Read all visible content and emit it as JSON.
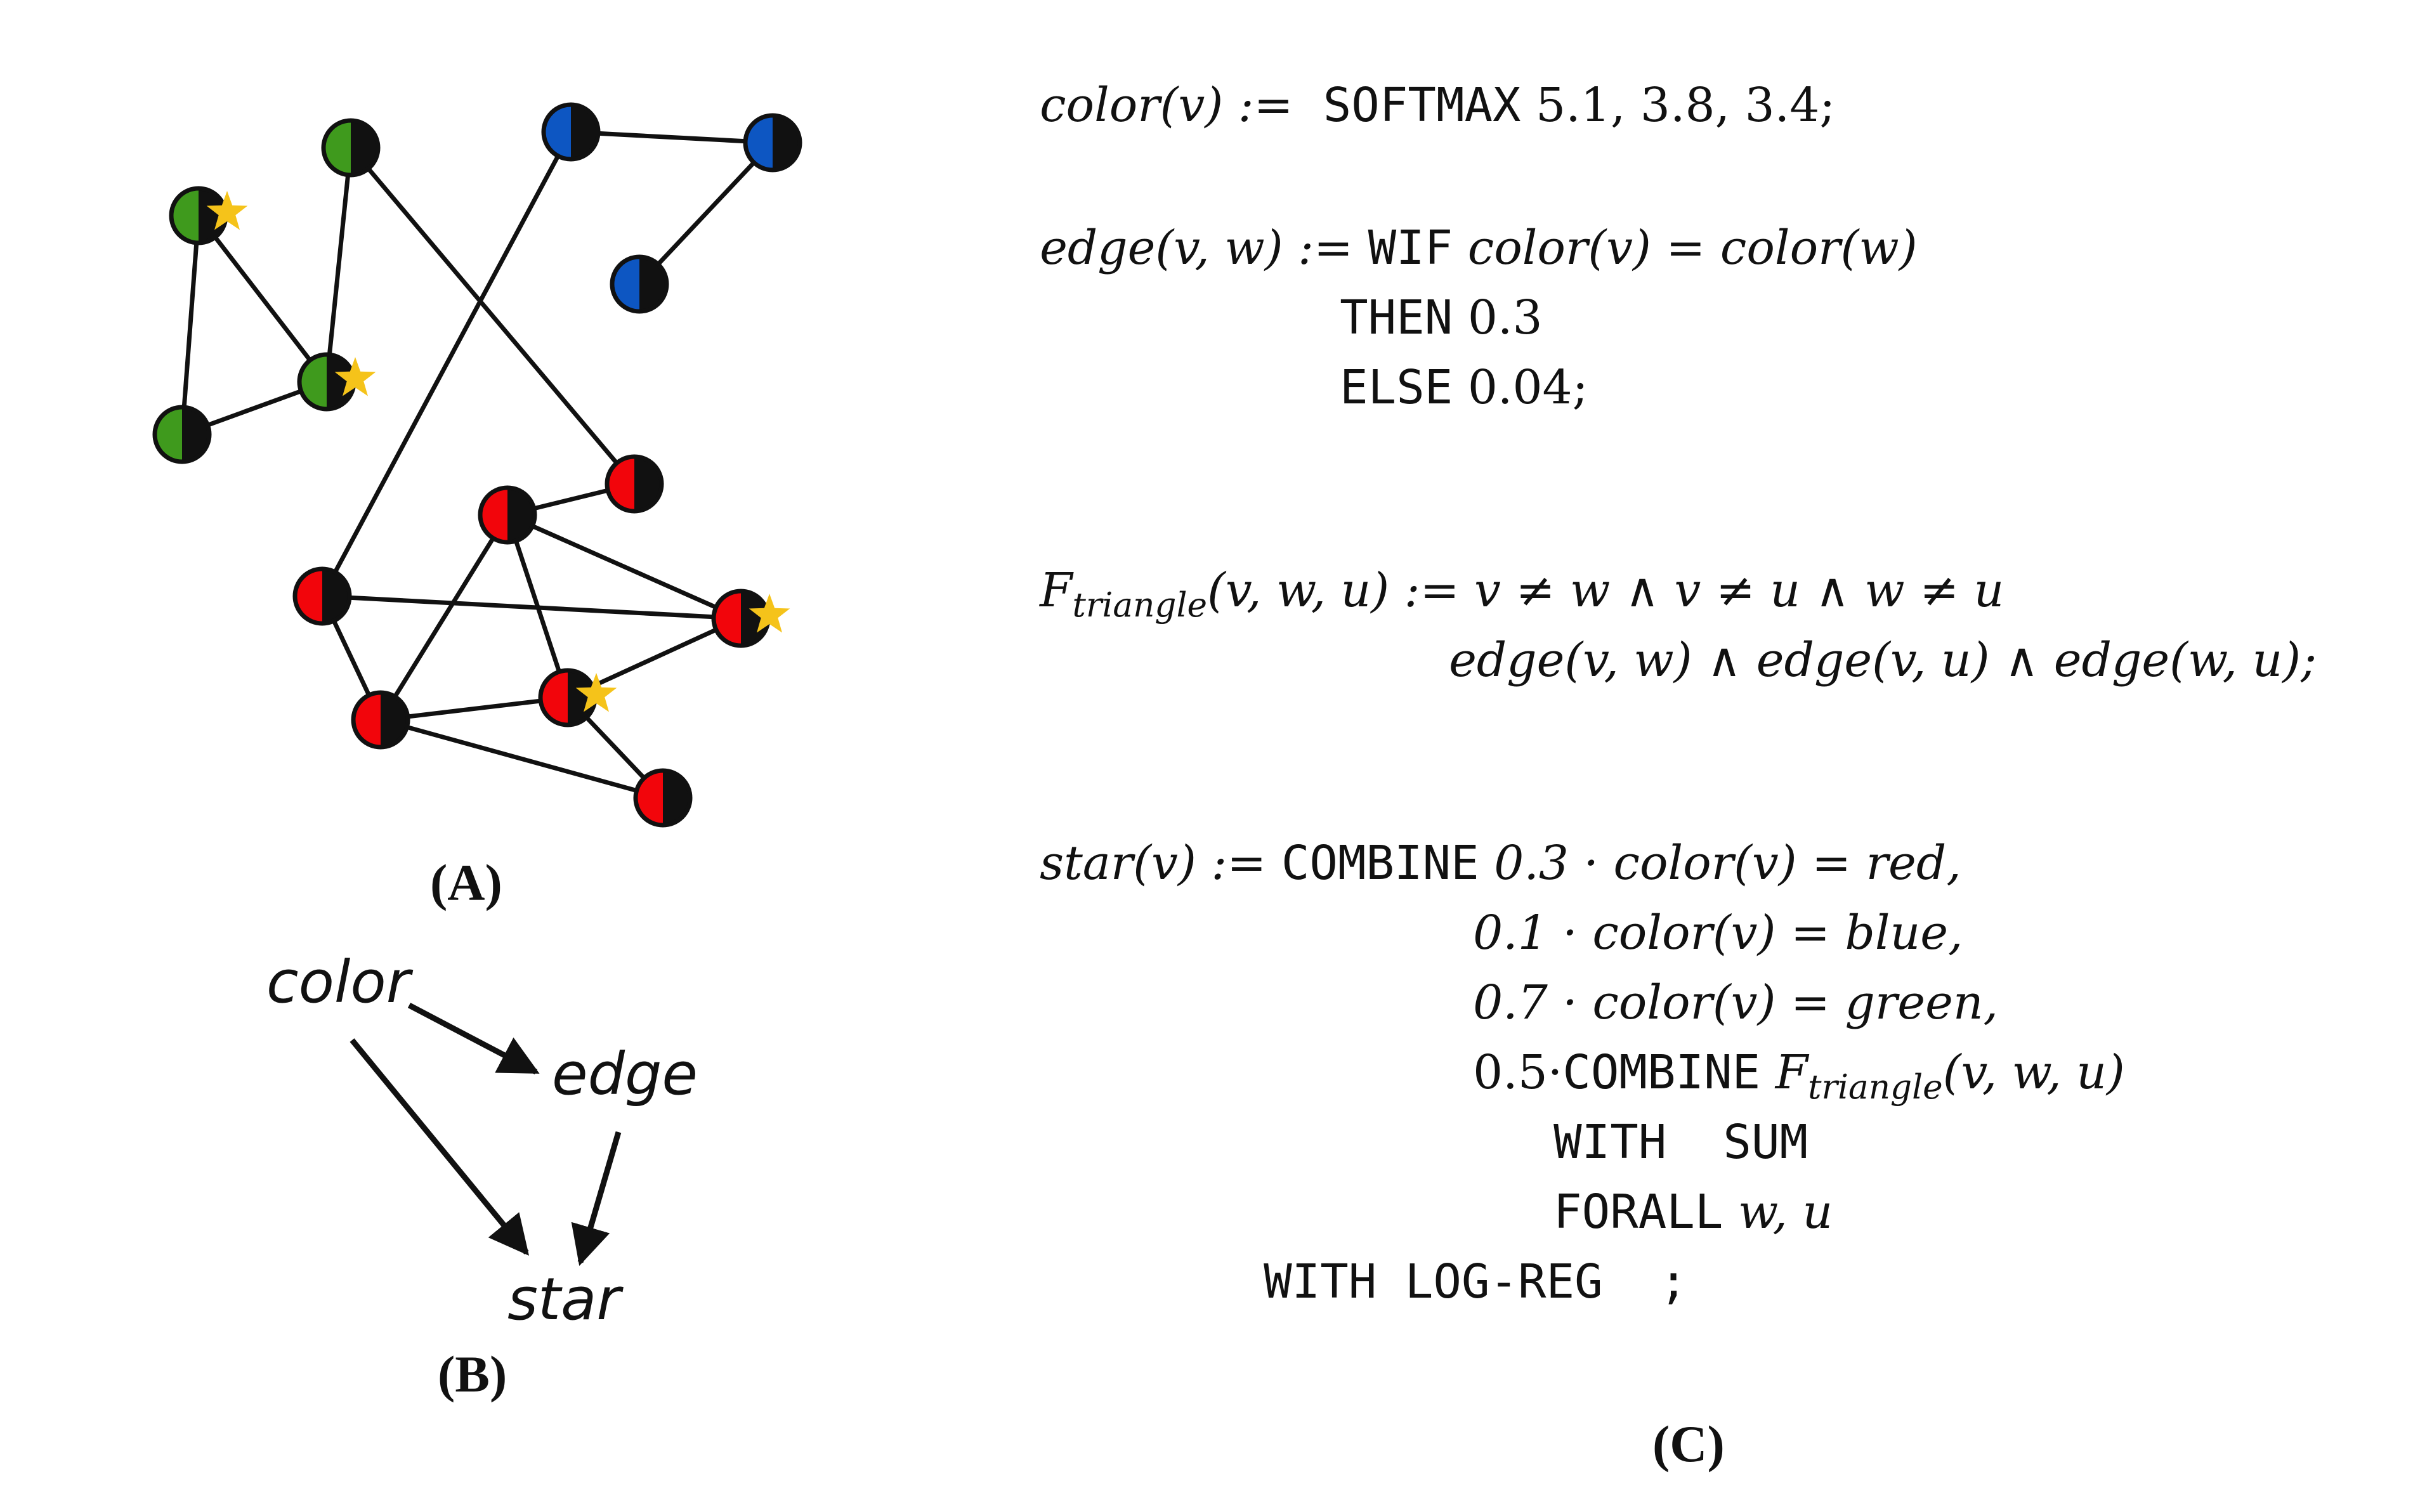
{
  "colors": {
    "green": "#3f9a1d",
    "blue": "#0d56c2",
    "red": "#f2050b",
    "star": "#f5c31a",
    "edge": "#111111"
  },
  "panel_labels": {
    "a": "(A)",
    "b": "(B)",
    "c": "(C)"
  },
  "dependency": {
    "nodes": {
      "color": "color",
      "edge": "edge",
      "star": "star"
    }
  },
  "code": {
    "color_lhs": "color(v) :=",
    "color_kw": "SOFTMAX",
    "color_vals": "5.1, 3.8, 3.4;",
    "edge_lhs": "edge(v, w) :=",
    "edge_kw": "WIF",
    "edge_cond": "color(v) = color(w)",
    "then_kw": "THEN",
    "then_val": "0.3",
    "else_kw": "ELSE",
    "else_val": "0.04;",
    "tri_f": "F",
    "tri_sub": "triangle",
    "tri_lhs_rest": "(v, w, u) := v ≠ w ∧ v ≠ u ∧ w ≠ u",
    "tri_line2": "edge(v, w) ∧ edge(v, u) ∧ edge(w, u);",
    "star_lhs": "star(v) :=",
    "combine_kw": "COMBINE",
    "star_t1": "0.3 · color(v) = red,",
    "star_t2": "0.1 · color(v) = blue,",
    "star_t3": "0.7 · color(v) = green,",
    "star_t4_coef": "0.5·",
    "star_t4_kw": "COMBINE",
    "star_t4_f": "F",
    "star_t4_sub": "triangle",
    "star_t4_args": "(v, w, u)",
    "with_sum": "WITH  SUM",
    "forall_kw": "FORALL",
    "forall_vars": "w, u",
    "with_logreg": "WITH LOG-REG  ;"
  }
}
